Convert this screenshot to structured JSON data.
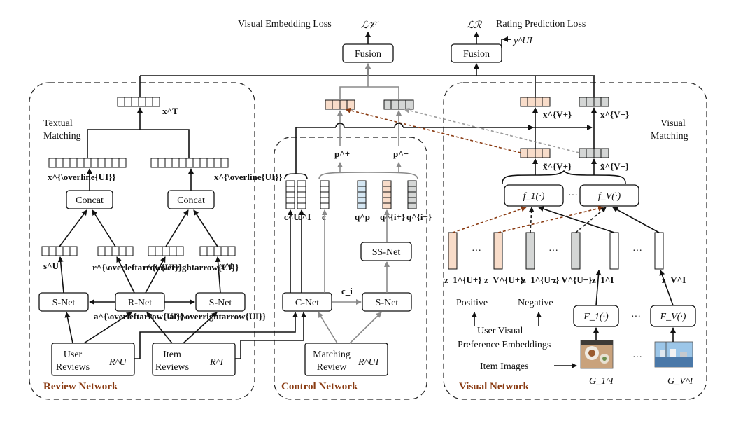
{
  "losses": {
    "visual_text": "Visual Embedding Loss",
    "visual_symbol": "ℒ𝒱",
    "rating_text": "Rating Prediction Loss",
    "rating_symbol": "ℒℛ",
    "target": "y^UI"
  },
  "fusion": {
    "label": "Fusion"
  },
  "review": {
    "title": "Review Network",
    "textual1": "Textual",
    "textual2": "Matching",
    "xT": "x^T",
    "concat": "Concat",
    "x_left": "x^{\\overline{UI}}",
    "x_right": "x^{\\overline{UI}}",
    "sU": "s^U",
    "rUIa": "r^{\\overleftarrow{UI}}",
    "rUIb": "r^{\\overrightarrow{UI}}",
    "sI": "s^I",
    "snet": "S-Net",
    "rnet": "R-Net",
    "aleft": "a^{\\overleftarrow{UI}}",
    "aright": "a^{\\overrightarrow{UI}}",
    "user1": "User",
    "user2": "Reviews",
    "userR": "R^U",
    "item1": "Item",
    "item2": "Reviews",
    "itemR": "R^I"
  },
  "control": {
    "title": "Control Network",
    "pplus": "p^+",
    "pminus": "p^−",
    "cU": "c^U",
    "cI": "c^I",
    "c": "c",
    "qp": "q^p",
    "qi_plus": "q^{i+}",
    "qi_minus": "q^{i−}",
    "ssnet": "SS-Net",
    "cnet": "C-Net",
    "snet": "S-Net",
    "ci": "c_i",
    "match1": "Matching",
    "match2": "Review",
    "matchR": "R^UI"
  },
  "visual": {
    "title": "Visual Network",
    "vm1": "Visual",
    "vm2": "Matching",
    "xVplus": "x^{V+}",
    "xVminus": "x^{V−}",
    "xtVplus": "x̃^{V+}",
    "xtVminus": "x̃^{V−}",
    "f1": "f_1(·)",
    "fV": "f_V(·)",
    "z1Up": "z_1^{U+}",
    "zVUp": "z_V^{U+}",
    "z1Um": "z_1^{U−}",
    "zVUm": "z_V^{U−}",
    "z1I": "z_1^I",
    "zVI": "z_V^I",
    "positive": "Positive",
    "negative": "Negative",
    "pref1": "User Visual",
    "pref2": "Preference Embeddings",
    "F1": "F_1(·)",
    "FV": "F_V(·)",
    "itemimages": "Item Images",
    "G1": "G_1^I",
    "GV": "G_V^I",
    "dots": "···"
  },
  "colors": {
    "positive": "#f8dcc9",
    "negative": "#d4d6d5",
    "blue": "#d4e6f2",
    "brown": "#8a3b12",
    "gray_arrow": "#8a8a8a"
  }
}
